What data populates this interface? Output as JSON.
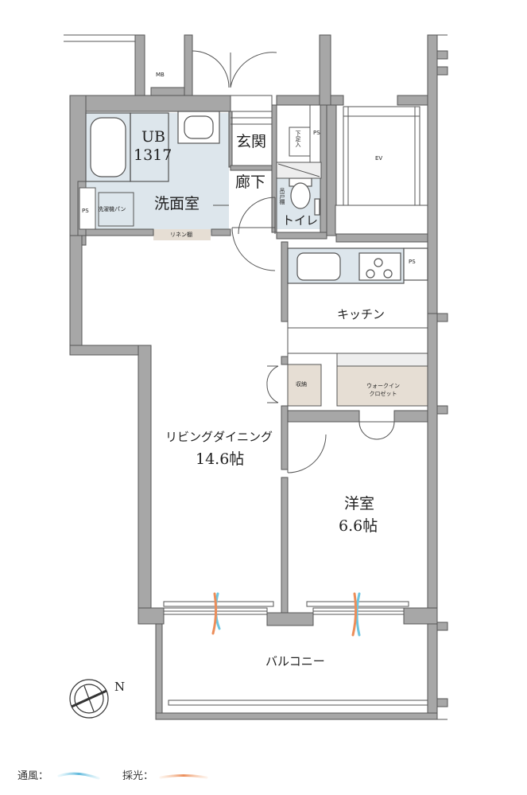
{
  "rooms": {
    "ub": "UB",
    "ub_code": "1317",
    "genkan": "玄関",
    "shoes": "下足入",
    "ps": "PS",
    "ev": "EV",
    "mb": "MB",
    "corridor": "廊下",
    "washroom": "洗面室",
    "washer_pan": "洗濯機パン",
    "linen": "リネン棚",
    "toilet": "トイレ",
    "hanging_shelf": "吊戸棚",
    "kitchen": "キッチン",
    "storage": "収納",
    "walkin_line1": "ウォークイン",
    "walkin_line2": "クロゼット",
    "living_name": "リビングダイニング",
    "living_size": "14.6帖",
    "western_name": "洋室",
    "western_size": "6.6帖",
    "balcony": "バルコニー"
  },
  "compass": {
    "label": "N"
  },
  "legend": {
    "ventilation": "通風：",
    "daylight": "採光：",
    "ventilation_color": "#6ec6e0",
    "daylight_color": "#f0a070"
  },
  "colors": {
    "wall": "#a7a7a7",
    "wall_edge": "#555555",
    "wet_area": "#dde6ec",
    "storage": "#e6ded4"
  }
}
